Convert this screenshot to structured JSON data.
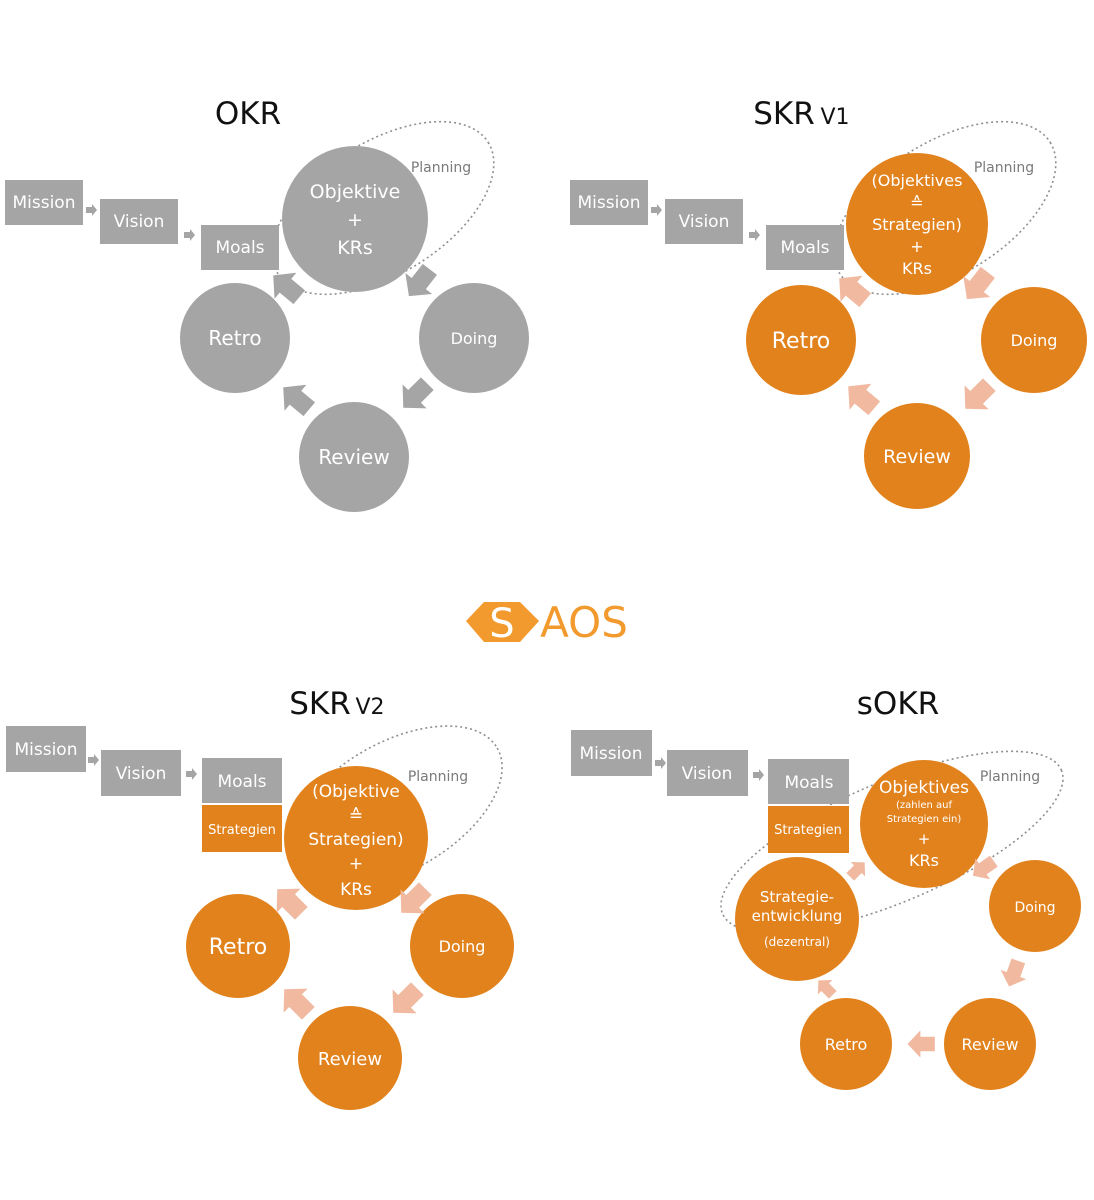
{
  "colors": {
    "gray": "#a5a5a5",
    "orange": "#e2821d",
    "salmon": "#f0b9a0",
    "dots": "#8f8f8f",
    "logo_orange": "#f39a2e"
  },
  "logo": {
    "letters": "AOS",
    "badge_letter": "S"
  },
  "okr": {
    "title": "OKR",
    "mission": "Mission",
    "vision": "Vision",
    "moals": "Moals",
    "planning": "Planning",
    "center": [
      "Objektive",
      "+",
      "KRs"
    ],
    "doing": "Doing",
    "review": "Review",
    "retro": "Retro"
  },
  "skr_v1": {
    "title": "SKR",
    "version": "V1",
    "mission": "Mission",
    "vision": "Vision",
    "moals": "Moals",
    "planning": "Planning",
    "center": [
      "(Objektives",
      "≙",
      "Strategien)",
      "+",
      "KRs"
    ],
    "doing": "Doing",
    "review": "Review",
    "retro": "Retro"
  },
  "skr_v2": {
    "title": "SKR",
    "version": "V2",
    "mission": "Mission",
    "vision": "Vision",
    "moals": "Moals",
    "strategien": "Strategien",
    "planning": "Planning",
    "center": [
      "(Objektive",
      "≙",
      "Strategien)",
      "+",
      "KRs"
    ],
    "doing": "Doing",
    "review": "Review",
    "retro": "Retro"
  },
  "sokr": {
    "title": "sOKR",
    "mission": "Mission",
    "vision": "Vision",
    "moals": "Moals",
    "strategien": "Strategien",
    "planning": "Planning",
    "center_title": "Objektives",
    "center_sub": [
      "(zahlen auf",
      "Strategien ein)"
    ],
    "center_plus": "+",
    "center_krs": "KRs",
    "strat_dev": [
      "Strategie-",
      "entwicklung"
    ],
    "strat_dev_sub": "(dezentral)",
    "doing": "Doing",
    "review": "Review",
    "retro": "Retro"
  }
}
